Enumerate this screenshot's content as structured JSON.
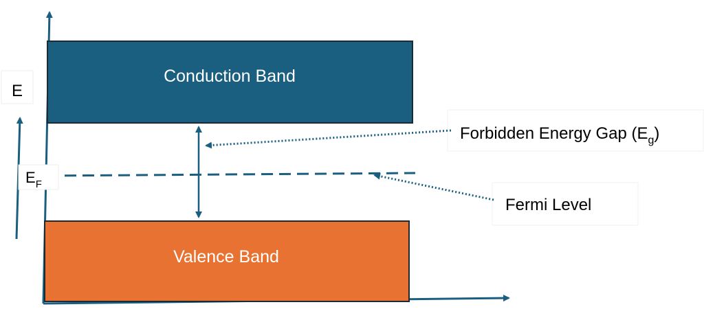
{
  "diagram": {
    "conduction_band": {
      "label": "Conduction Band",
      "fill": "#1a5e80"
    },
    "valence_band": {
      "label": "Valence Band",
      "fill": "#e87231"
    },
    "energy_axis": {
      "letter": "E"
    },
    "fermi_marker": {
      "base": "E",
      "subscript": "F"
    },
    "gap_callout": {
      "text": "Forbidden Energy Gap (E",
      "subscript": "g",
      "suffix": ")"
    },
    "fermi_callout": {
      "text": "Fermi Level"
    },
    "colors": {
      "axis": "#1a5e80",
      "outline": "#1e2a32",
      "text_dark": "#000000",
      "text_light": "#ffffff"
    }
  }
}
